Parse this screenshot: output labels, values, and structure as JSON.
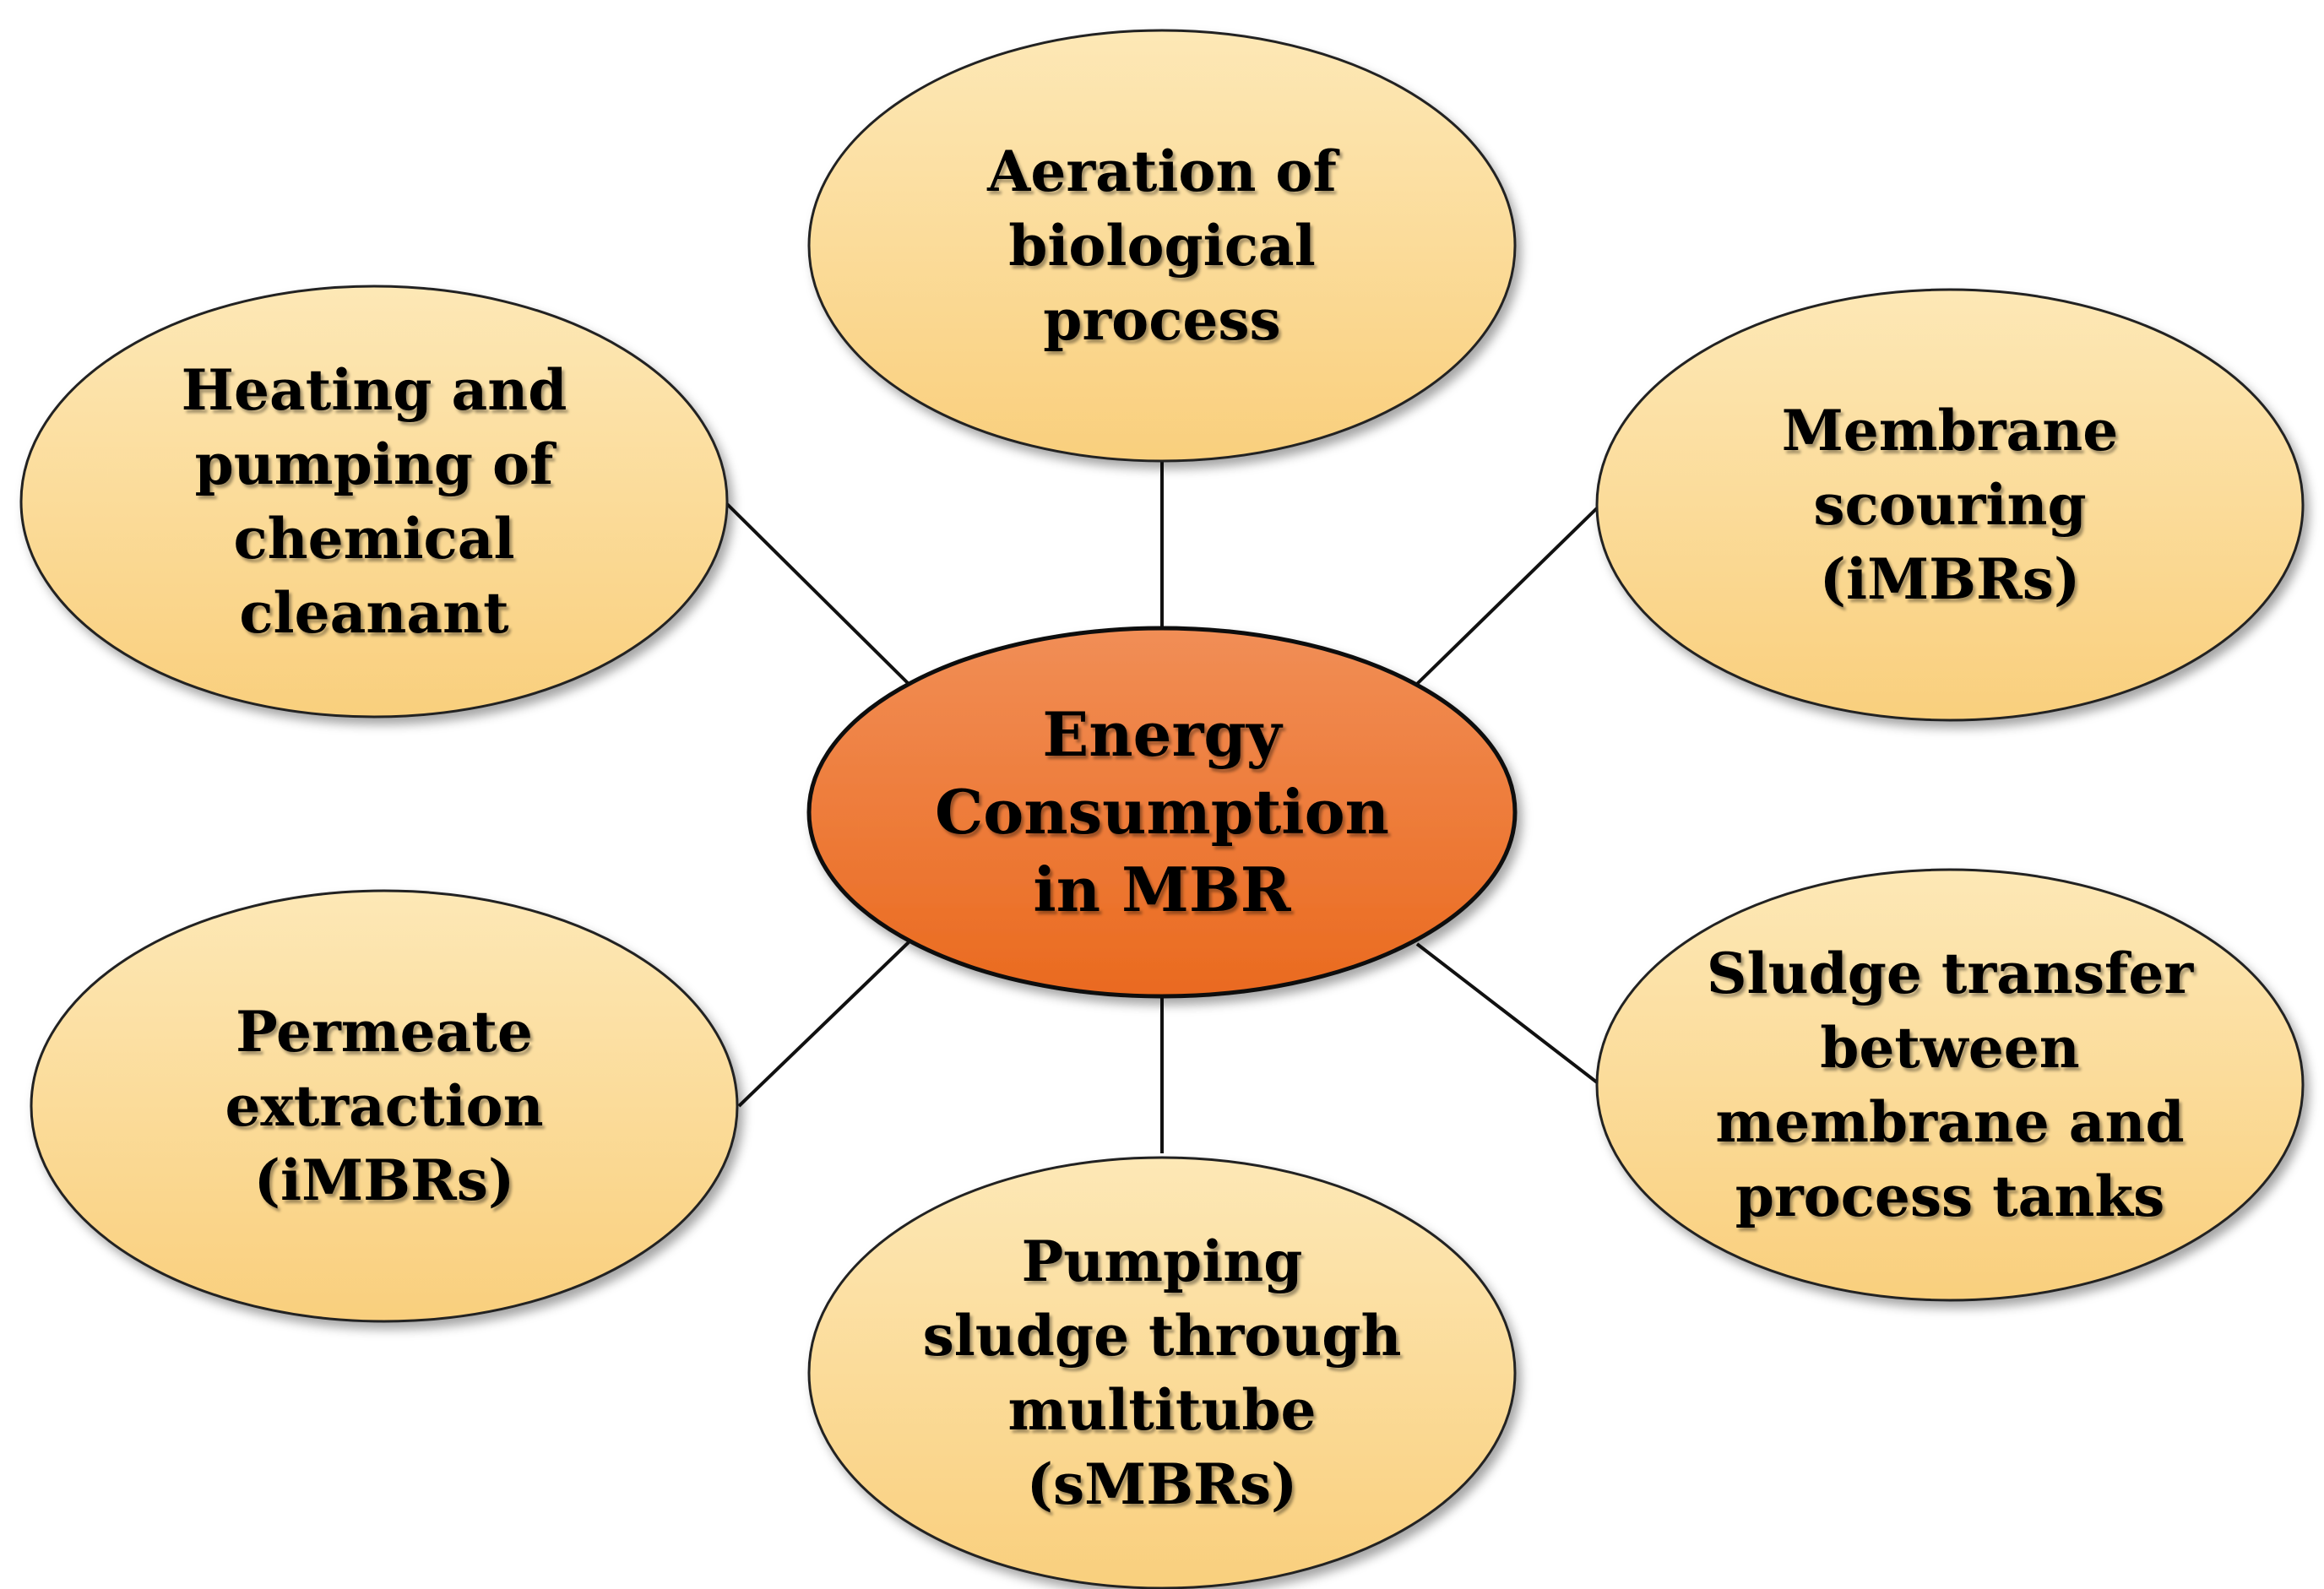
{
  "center": {
    "lines": [
      "Energy",
      "Consumption",
      "in MBR"
    ]
  },
  "nodes": [
    {
      "id": "aeration",
      "lines": [
        "Aeration of",
        "biological",
        "process"
      ]
    },
    {
      "id": "membrane-scouring",
      "lines": [
        "Membrane",
        "scouring",
        "(iMBRs)"
      ]
    },
    {
      "id": "sludge-transfer",
      "lines": [
        "Sludge transfer",
        "between",
        "membrane and",
        "process tanks"
      ]
    },
    {
      "id": "pumping-sludge",
      "lines": [
        "Pumping",
        "sludge through",
        "multitube",
        "(sMBRs)"
      ]
    },
    {
      "id": "permeate-extraction",
      "lines": [
        "Permeate",
        "extraction",
        "(iMBRs)"
      ]
    },
    {
      "id": "heating-pumping",
      "lines": [
        "Heating and",
        "pumping of",
        "chemical",
        "cleanant"
      ]
    }
  ],
  "colors": {
    "outer_fill_light": "#fde4ae",
    "outer_fill_dark": "#fad283",
    "center_fill_light": "#f08a50",
    "center_fill_dark": "#ec6f25",
    "stroke": "#111111",
    "connector": "#111111"
  }
}
